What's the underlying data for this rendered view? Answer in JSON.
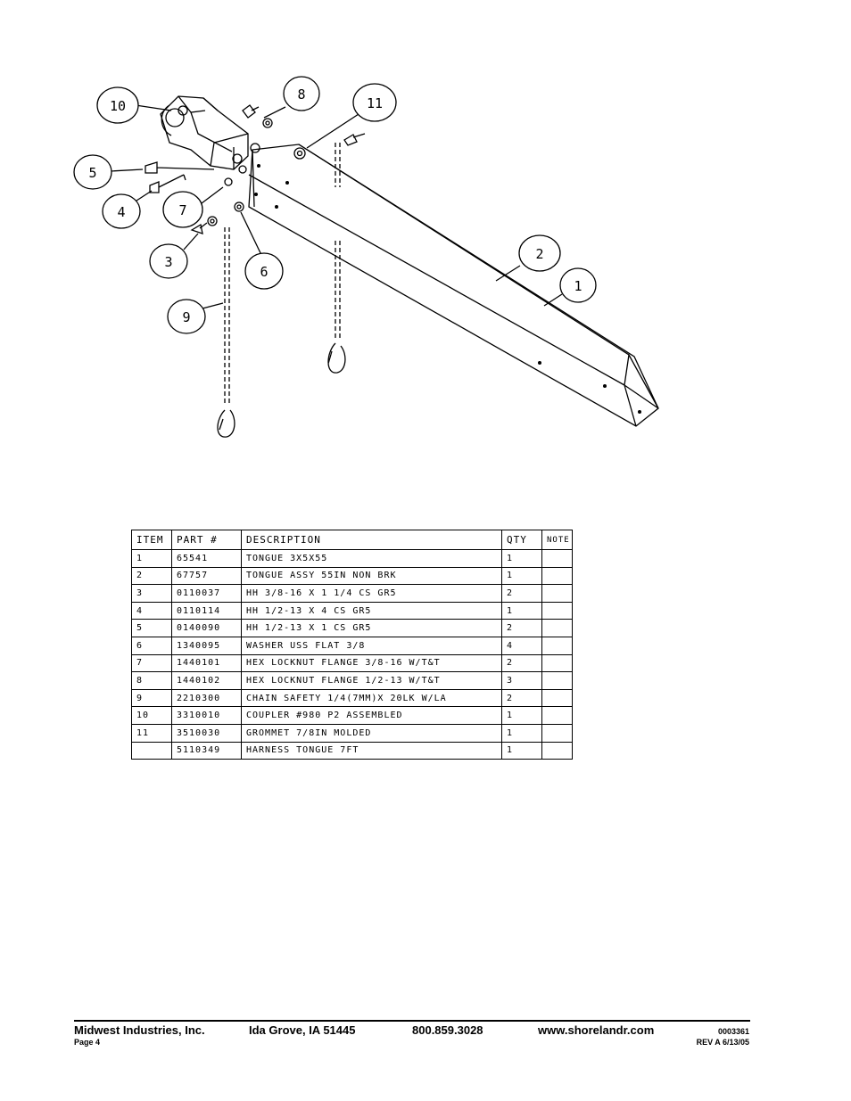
{
  "diagram": {
    "callouts": [
      "10",
      "8",
      "11",
      "5",
      "4",
      "7",
      "3",
      "6",
      "9",
      "2",
      "1"
    ]
  },
  "parts_table": {
    "headers": [
      "ITEM",
      "PART #",
      "DESCRIPTION",
      "QTY",
      "NOTE"
    ],
    "rows": [
      [
        "1",
        "65541",
        "TONGUE 3X5X55",
        "1",
        ""
      ],
      [
        "2",
        "67757",
        "TONGUE ASSY 55IN NON BRK",
        "1",
        ""
      ],
      [
        "3",
        "0110037",
        "HH 3/8-16 X 1 1/4 CS GR5",
        "2",
        ""
      ],
      [
        "4",
        "0110114",
        "HH 1/2-13 X 4 CS GR5",
        "1",
        ""
      ],
      [
        "5",
        "0140090",
        "HH 1/2-13 X 1 CS GR5",
        "2",
        ""
      ],
      [
        "6",
        "1340095",
        "WASHER USS FLAT 3/8",
        "4",
        ""
      ],
      [
        "7",
        "1440101",
        "HEX LOCKNUT FLANGE 3/8-16 W/T&T",
        "2",
        ""
      ],
      [
        "8",
        "1440102",
        "HEX LOCKNUT FLANGE 1/2-13 W/T&T",
        "3",
        ""
      ],
      [
        "9",
        "2210300",
        "CHAIN SAFETY 1/4(7MM)X 20LK W/LA",
        "2",
        ""
      ],
      [
        "10",
        "3310010",
        "COUPLER #980 P2 ASSEMBLED",
        "1",
        ""
      ],
      [
        "11",
        "3510030",
        "GROMMET  7/8IN MOLDED",
        "1",
        ""
      ],
      [
        "",
        "5110349",
        "HARNESS   TONGUE 7FT",
        "1",
        ""
      ]
    ]
  },
  "footer": {
    "company": "Midwest Industries, Inc.",
    "page": "Page 4",
    "location": "Ida Grove, IA  51445",
    "phone": "800.859.3028",
    "website": "www.shorelandr.com",
    "doc_number": "0003361",
    "revision": "REV A  6/13/05"
  }
}
